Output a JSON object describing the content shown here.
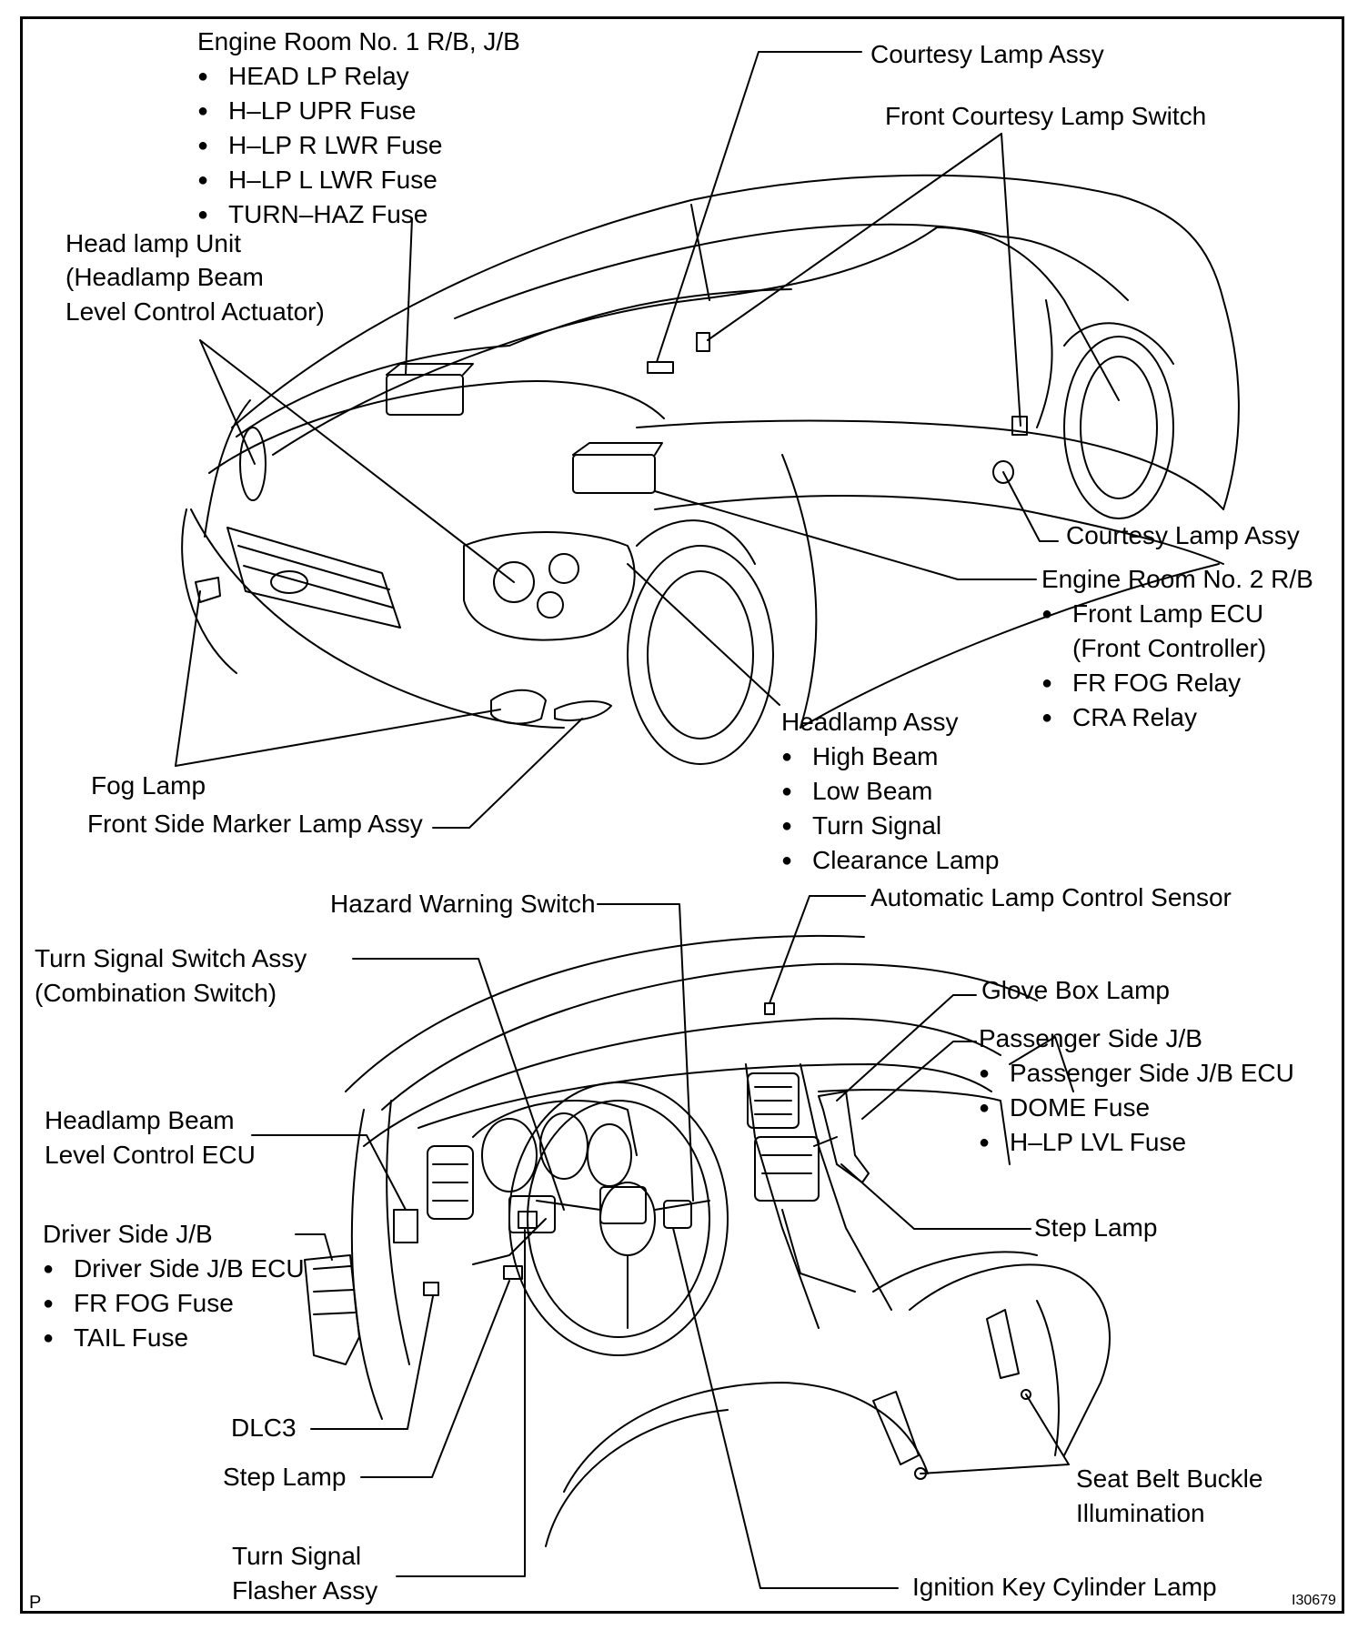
{
  "labels": {
    "engine_room_1": "Engine Room No. 1 R/B, J/B",
    "engine_room_1_items": [
      "HEAD LP Relay",
      "H–LP UPR Fuse",
      "H–LP R LWR Fuse",
      "H–LP L LWR Fuse",
      "TURN–HAZ Fuse"
    ],
    "courtesy_lamp_top": "Courtesy Lamp Assy",
    "front_courtesy_switch": "Front Courtesy Lamp Switch",
    "head_lamp_unit": [
      "Head lamp Unit",
      "(Headlamp Beam",
      "Level Control Actuator)"
    ],
    "courtesy_lamp_right": "Courtesy Lamp Assy",
    "engine_room_2": "Engine Room No. 2 R/B",
    "engine_room_2_items": [
      "Front Lamp ECU",
      "FR FOG Relay",
      "CRA Relay"
    ],
    "front_controller": "(Front Controller)",
    "headlamp_assy": "Headlamp Assy",
    "headlamp_assy_items": [
      "High Beam",
      "Low Beam",
      "Turn Signal",
      "Clearance Lamp"
    ],
    "fog_lamp": "Fog Lamp",
    "front_side_marker": "Front Side Marker Lamp Assy",
    "hazard_switch": "Hazard Warning Switch",
    "auto_lamp_sensor": "Automatic Lamp Control Sensor",
    "turn_signal_switch": [
      "Turn Signal Switch Assy",
      "(Combination Switch)"
    ],
    "glove_box_lamp": "Glove Box Lamp",
    "passenger_jb": "Passenger Side J/B",
    "passenger_jb_items": [
      "Passenger Side J/B ECU",
      "DOME Fuse",
      "H–LP LVL Fuse"
    ],
    "headlamp_beam_ecu": [
      "Headlamp Beam",
      "Level Control ECU"
    ],
    "step_lamp_right": "Step Lamp",
    "driver_jb": "Driver Side J/B",
    "driver_jb_items": [
      "Driver Side J/B ECU",
      "FR FOG Fuse",
      "TAIL Fuse"
    ],
    "dlc3": "DLC3",
    "step_lamp_left": "Step Lamp",
    "seat_belt": [
      "Seat Belt Buckle",
      "Illumination"
    ],
    "turn_signal_flasher": [
      "Turn Signal",
      "Flasher Assy"
    ],
    "ignition_key": "Ignition Key Cylinder Lamp",
    "corner_p": "P",
    "figure_code": "I30679"
  }
}
